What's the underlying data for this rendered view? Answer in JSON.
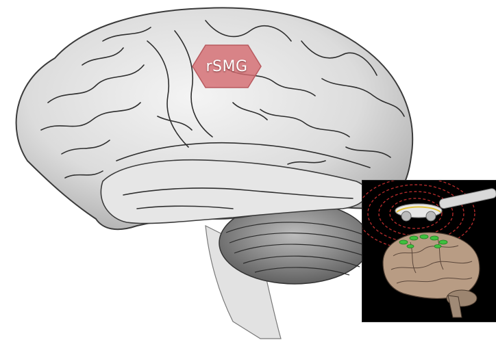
{
  "image": {
    "subject": "lateral-brain-engraving",
    "region_marker": {
      "label": "rSMG",
      "fill_color": "#d46d72",
      "stroke_color": "#b85a5f"
    },
    "inset": {
      "subject": "tms-coil-over-brain",
      "background_color": "#000000",
      "field_line_color": "#b02a2a",
      "stimulation_color": "#3fbf3f"
    }
  }
}
